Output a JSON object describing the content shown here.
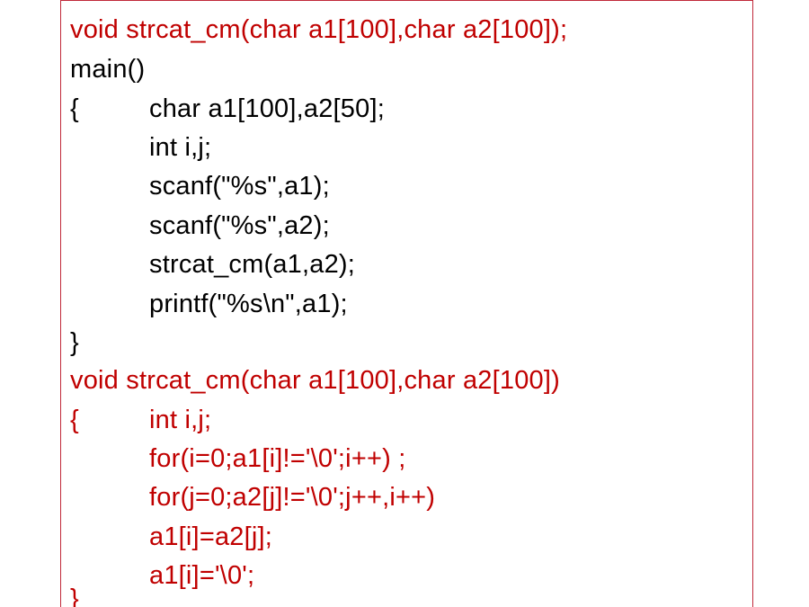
{
  "code": {
    "lines": [
      {
        "brace": "",
        "text": "void strcat_cm(char a1[100],char a2[100]);",
        "color": "red"
      },
      {
        "brace": "",
        "text": "main()",
        "color": "black"
      },
      {
        "brace": "{",
        "text": "char a1[100],a2[50];",
        "color": "black"
      },
      {
        "brace": "",
        "text": "int i,j;",
        "color": "black"
      },
      {
        "brace": "",
        "text": "scanf(\"%s\",a1);",
        "color": "black"
      },
      {
        "brace": "",
        "text": "scanf(\"%s\",a2);",
        "color": "black"
      },
      {
        "brace": "",
        "text": "strcat_cm(a1,a2);",
        "color": "black"
      },
      {
        "brace": "",
        "text": "printf(\"%s\\n\",a1);",
        "color": "black"
      },
      {
        "brace": "}",
        "text": "",
        "color": "black"
      },
      {
        "brace": "",
        "text": "void strcat_cm(char a1[100],char a2[100])",
        "color": "red"
      },
      {
        "brace": "{",
        "text": "int i,j;",
        "color": "red"
      },
      {
        "brace": "",
        "text": "for(i=0;a1[i]!='\\0';i++) ;",
        "color": "red"
      },
      {
        "brace": "",
        "text": "for(j=0;a2[j]!='\\0';j++,i++)",
        "color": "red"
      },
      {
        "brace": "",
        "text": "a1[i]=a2[j];",
        "color": "red"
      },
      {
        "brace": "",
        "text": "a1[i]='\\0';",
        "color": "red"
      },
      {
        "brace": "}",
        "text": "",
        "color": "red"
      }
    ]
  }
}
